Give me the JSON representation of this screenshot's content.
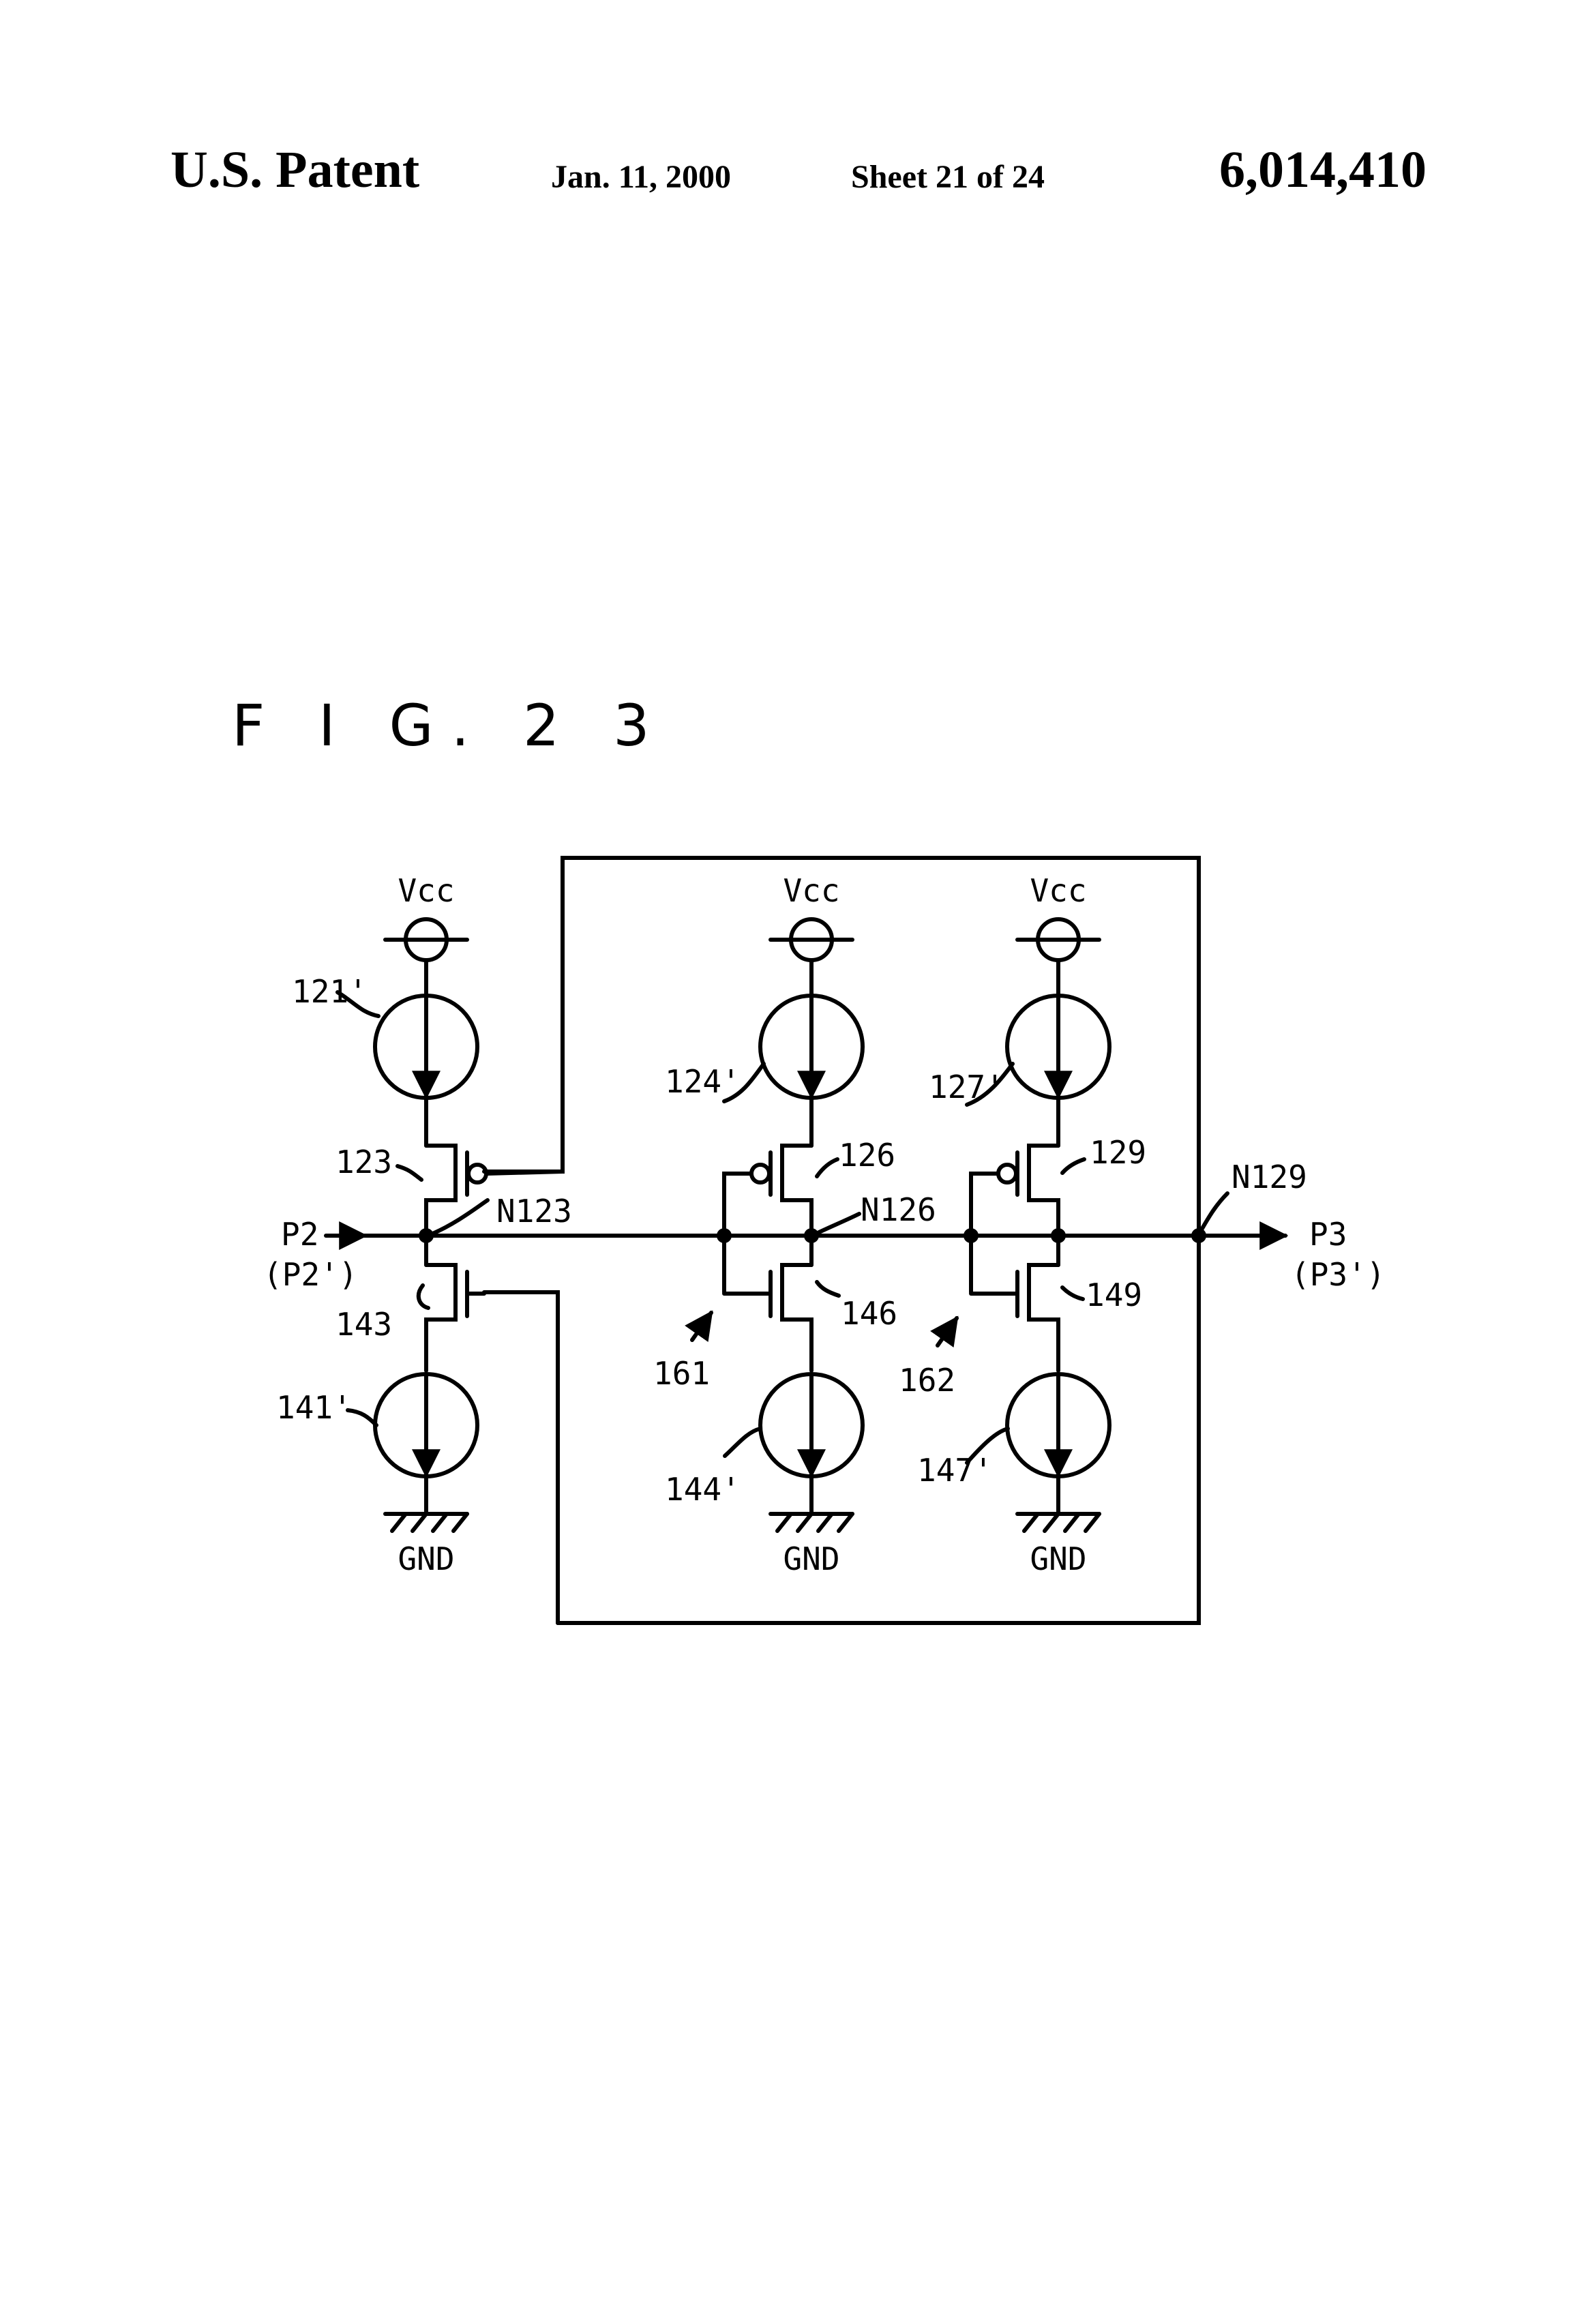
{
  "header": {
    "left": "U.S. Patent",
    "date": "Jan. 11, 2000",
    "sheet": "Sheet 21 of 24",
    "number": "6,014,410"
  },
  "figure": {
    "title": "F I G. 2 3"
  },
  "labels": {
    "vcc": "Vcc",
    "gnd": "GND",
    "c121": "121'",
    "c124": "124'",
    "c127": "127'",
    "c141": "141'",
    "c144": "144'",
    "c147": "147'",
    "t123": "123",
    "t126": "126",
    "t129": "129",
    "t143": "143",
    "t146": "146",
    "t149": "149",
    "n123": "N123",
    "n126": "N126",
    "n129": "N129",
    "inv161": "161",
    "inv162": "162",
    "p2": "P2",
    "p2b": "(P2')",
    "p3": "P3",
    "p3b": "(P3')"
  }
}
